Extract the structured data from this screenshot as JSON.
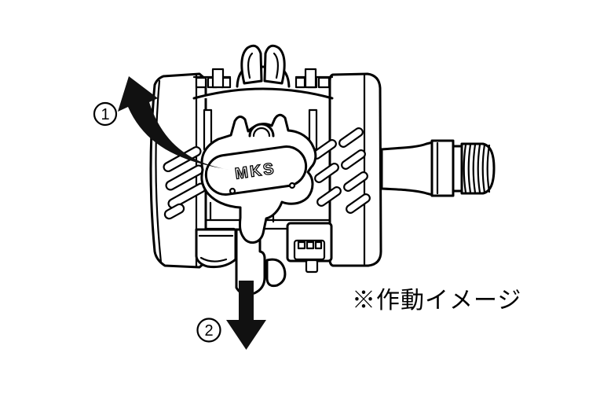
{
  "canvas": {
    "background": "#ffffff",
    "line_color": "#000000",
    "arrow_color": "#111111"
  },
  "illustration": {
    "logo_text": "MKS",
    "caption": "※作動イメージ",
    "steps": [
      {
        "label": "1",
        "arrow_icon": "curved-arrow-up-left"
      },
      {
        "label": "2",
        "arrow_icon": "straight-arrow-down"
      }
    ]
  }
}
